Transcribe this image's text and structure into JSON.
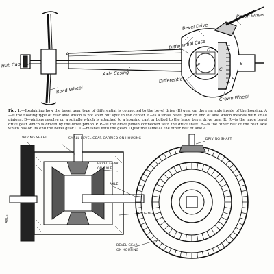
{
  "top_figure": {
    "labels": {
      "hub_cap": "Hub Cap",
      "road_wheel": "Road Wheel",
      "axle_casing": "Axle Casing",
      "differential_case": "Differential Case",
      "bevel_drive": "Bevel Drive",
      "pinion_wheel": "Pinion wheel",
      "differential": "Differential",
      "crown_wheel": "Crown Wheel",
      "letter_a": "A",
      "letter_b": "B",
      "letter_c": "C",
      "letter_d": "D",
      "letter_e": "E",
      "letter_r": "R"
    }
  },
  "caption": {
    "fig_label": "Fig. 1.",
    "text": "—Explaining how the bevel gear type of differential is connected to the bevel drive (R) gear on the rear axle inside of the housing. A—is the floating type of rear axle which is not solid but split in the center. E—is a small bevel gear on end of axle which meshes with small pinions. D—pinions revolve on a spindle which is attached to a housing cast or bolted to the large bevel drive gear R. R—is the large bevel drive gear which is driven by the drive pinion P. P—is the drive pinion connected with the drive shaft. B—is the other half of the rear axle which has on its end the bevel gear C. C—meshes with the gears D just the same as the other half of axle A."
  },
  "bottom_figure": {
    "labels": {
      "driving_shaft_left": "DRIVING SHAFT",
      "small_bevel_gear": "SMALL BEVEL GEAR CARRIED ON HOUSING",
      "driving_shaft_right": "DRIVING SHAFT",
      "bevel_gear_on_axle": "BEVEL GEAR ON AXLE",
      "axle_mid": "AXLE",
      "axle_left": "AXLE",
      "housing": "HOUSING",
      "bevel_gear_on_housing": "BEVEL GEAR ON HOUSING"
    }
  }
}
